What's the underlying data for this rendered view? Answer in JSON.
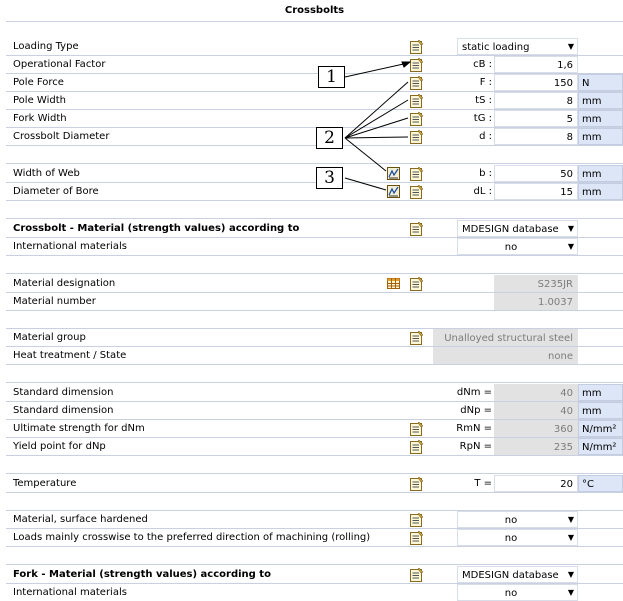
{
  "title": "Crossbolts",
  "rows": {
    "loading_type": {
      "label": "Loading Type",
      "value": "static loading"
    },
    "operational_factor": {
      "label": "Operational Factor",
      "symbol": "cB :",
      "value": "1,6"
    },
    "pole_force": {
      "label": "Pole Force",
      "symbol": "F :",
      "value": "150",
      "unit": "N"
    },
    "pole_width": {
      "label": "Pole Width",
      "symbol": "tS :",
      "value": "8",
      "unit": "mm"
    },
    "fork_width": {
      "label": "Fork Width",
      "symbol": "tG :",
      "value": "5",
      "unit": "mm"
    },
    "crossbolt_diameter": {
      "label": "Crossbolt Diameter",
      "symbol": "d :",
      "value": "8",
      "unit": "mm"
    },
    "width_of_web": {
      "label": "Width of Web",
      "symbol": "b :",
      "value": "50",
      "unit": "mm"
    },
    "diameter_of_bore": {
      "label": "Diameter of Bore",
      "symbol": "dL :",
      "value": "15",
      "unit": "mm"
    },
    "crossbolt_material": {
      "label": "Crossbolt - Material (strength values) according to",
      "value": "MDESIGN database"
    },
    "intl_materials_1": {
      "label": "International materials",
      "value": "no"
    },
    "material_designation": {
      "label": "Material designation",
      "value": "S235JR"
    },
    "material_number": {
      "label": "Material number",
      "value": "1.0037"
    },
    "material_group": {
      "label": "Material group",
      "value": "Unalloyed structural steel"
    },
    "heat_treatment": {
      "label": "Heat treatment / State",
      "value": "none"
    },
    "std_dim_1": {
      "label": "Standard dimension",
      "symbol": "dNm =",
      "value": "40",
      "unit": "mm"
    },
    "std_dim_2": {
      "label": "Standard dimension",
      "symbol": "dNp =",
      "value": "40",
      "unit": "mm"
    },
    "ultimate_strength": {
      "label": "Ultimate strength for dNm",
      "symbol": "RmN =",
      "value": "360",
      "unit": "N/mm²"
    },
    "yield_point": {
      "label": "Yield point for dNp",
      "symbol": "RpN =",
      "value": "235",
      "unit": "N/mm²"
    },
    "temperature": {
      "label": "Temperature",
      "symbol": "T =",
      "value": "20",
      "unit": "°C"
    },
    "surface_hardened": {
      "label": "Material, surface hardened",
      "value": "no"
    },
    "loads_crosswise": {
      "label": "Loads mainly crosswise to the preferred direction of machining (rolling)",
      "value": "no"
    },
    "fork_material": {
      "label": "Fork - Material (strength values) according to",
      "value": "MDESIGN database"
    },
    "intl_materials_2": {
      "label": "International materials",
      "value": "no"
    }
  },
  "callouts": {
    "one": "1",
    "two": "2",
    "three": "3"
  },
  "icons": {
    "note": "notepad-icon",
    "alt": "formula-icon",
    "table": "table-icon",
    "dropdown": "dropdown-arrow-icon"
  }
}
